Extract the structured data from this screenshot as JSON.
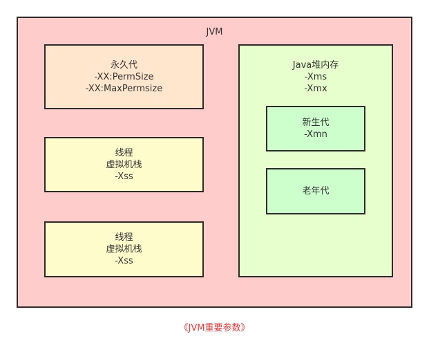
{
  "jvm": {
    "label": "JVM"
  },
  "perm": {
    "lines": [
      "永久代",
      "-XX:PermSize",
      "-XX:MaxPermsize"
    ]
  },
  "stack1": {
    "lines": [
      "线程",
      "虚拟机栈",
      "-Xss"
    ]
  },
  "stack2": {
    "lines": [
      "线程",
      "虚拟机栈",
      "-Xss"
    ]
  },
  "heap": {
    "lines": [
      "Java堆内存",
      "-Xms",
      "-Xmx"
    ]
  },
  "young": {
    "lines": [
      "新生代",
      "-Xmn"
    ]
  },
  "old": {
    "lines": [
      "老年代"
    ]
  },
  "caption": "《JVM重要参数》",
  "colors": {
    "jvm_fill": "#ffcccc",
    "perm_fill": "#ffe6cc",
    "stack_fill": "#fffccc",
    "heap_fill": "#e6ffcc",
    "generation_fill": "#ccffcc",
    "caption_color": "#ff3333"
  }
}
